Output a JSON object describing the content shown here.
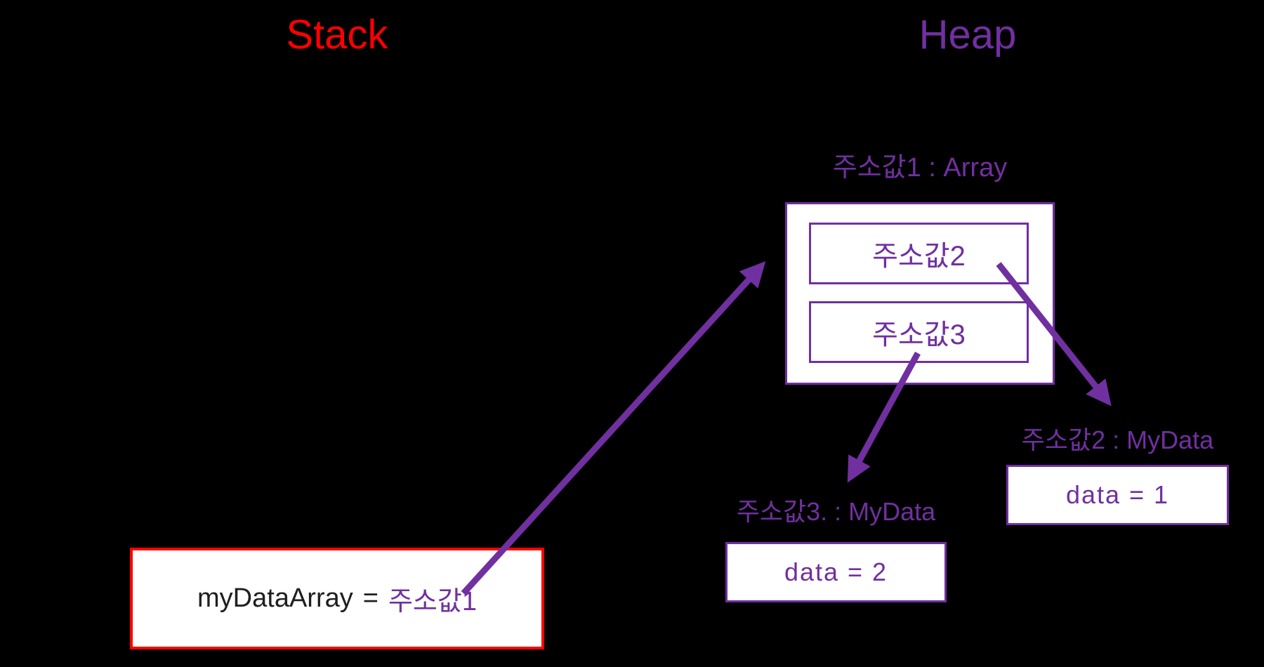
{
  "titles": {
    "stack": "Stack",
    "heap": "Heap"
  },
  "colors": {
    "background": "#000000",
    "stack_accent": "#ff0000",
    "heap_accent": "#7030a0",
    "box_fill": "#ffffff",
    "stack_text": "#1f1f1f"
  },
  "heap": {
    "array_label": "주소값1 : Array",
    "array_slots": [
      {
        "text": "주소값2"
      },
      {
        "text": "주소값3"
      }
    ],
    "mydata_right": {
      "label": "주소값2 : MyData",
      "value": "data = 1"
    },
    "mydata_left": {
      "label": "주소값3. : MyData",
      "value": "data = 2"
    }
  },
  "stack": {
    "variable_name": "myDataArray",
    "equals": "=",
    "value": "주소값1"
  },
  "arrows": [
    {
      "name": "stack-to-array",
      "from": "주소값1 (stack variable)",
      "to": "주소값1 : Array box"
    },
    {
      "name": "slot-to-mydata-1",
      "from": "주소값2 (array slot)",
      "to": "주소값2 : MyData box"
    },
    {
      "name": "slot-to-mydata-2",
      "from": "주소값3 (array slot)",
      "to": "주소값3. : MyData box"
    }
  ]
}
